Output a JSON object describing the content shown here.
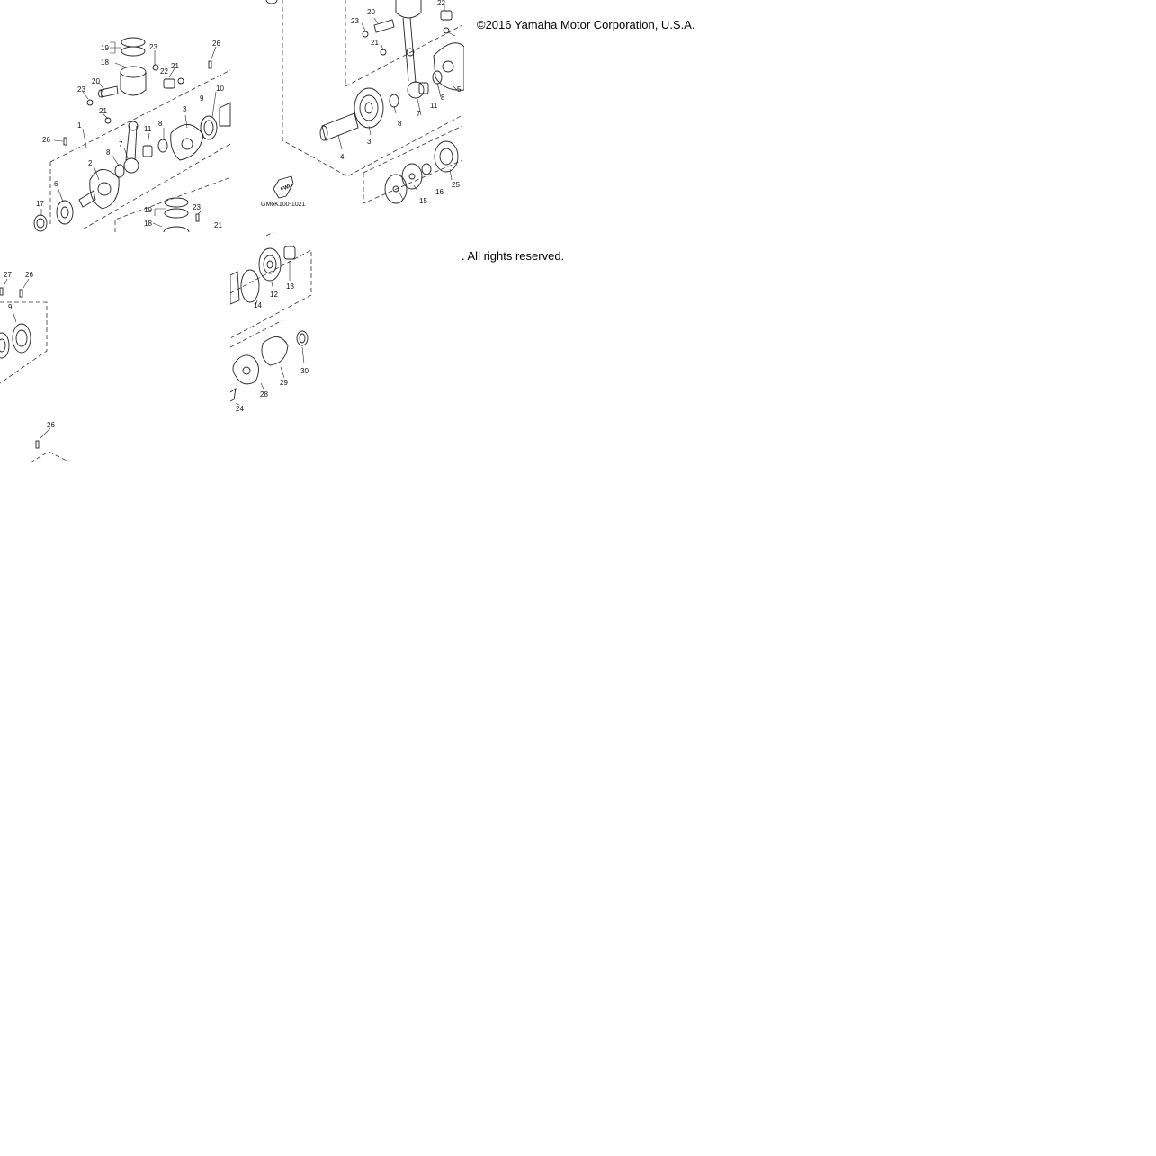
{
  "copyright": {
    "line1": "©2016 Yamaha Motor Corporation, U.S.A.",
    "line2": ". All rights reserved."
  },
  "diagram": {
    "code": "GM6K100-1021",
    "fwd_label": "FWD",
    "labels_tl": [
      "19",
      "23",
      "26",
      "18",
      "21",
      "22",
      "20",
      "23",
      "21",
      "1",
      "8",
      "11",
      "3",
      "9",
      "10",
      "26",
      "7",
      "8",
      "2",
      "6",
      "17"
    ],
    "labels_tl2": [
      "19",
      "23",
      "18",
      "21"
    ],
    "labels_tr": [
      "23",
      "20",
      "21",
      "22",
      "8",
      "7",
      "11",
      "8",
      "5",
      "3",
      "4",
      "16",
      "25",
      "15"
    ],
    "labels_ml": [
      "27",
      "26",
      "9"
    ],
    "labels_mr": [
      "14",
      "12",
      "13",
      "30",
      "29",
      "28",
      "24"
    ],
    "labels_bl": [
      "26"
    ]
  }
}
